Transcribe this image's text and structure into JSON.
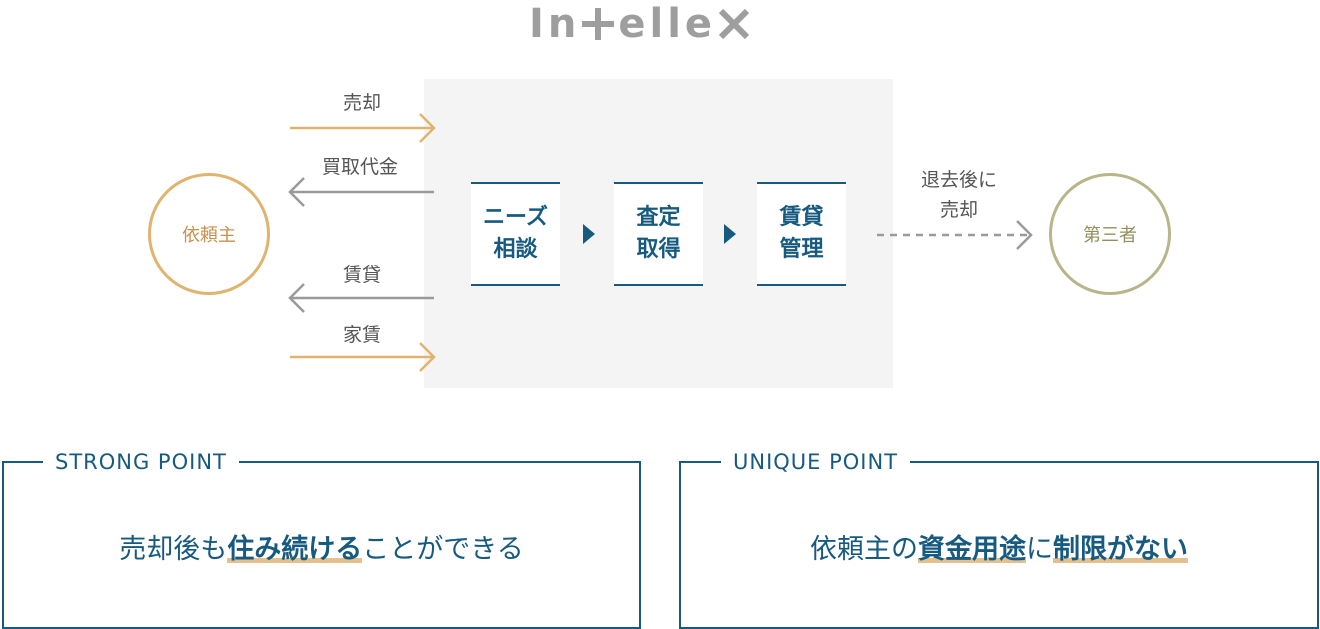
{
  "logo": {
    "part1": "In",
    "part2": "elle"
  },
  "diagram": {
    "client": "依頼主",
    "third_party": "第三者",
    "arrows": {
      "sell": "売却",
      "purchase_price": "買取代金",
      "lease": "賃貸",
      "rent": "家賃",
      "after_vacate_line1": "退去後に",
      "after_vacate_line2": "売却"
    },
    "steps": [
      {
        "line1": "ニーズ",
        "line2": "相談"
      },
      {
        "line1": "査定",
        "line2": "取得"
      },
      {
        "line1": "賃貸",
        "line2": "管理"
      }
    ]
  },
  "points": {
    "strong": {
      "title": "STRONG POINT",
      "pre": "売却後も",
      "highlight": "住み続ける",
      "post": "ことができる"
    },
    "unique": {
      "title": "UNIQUE POINT",
      "pre": "依頼主の",
      "highlight1": "資金用途",
      "mid": "に",
      "highlight2": "制限がない"
    }
  },
  "colors": {
    "navy": "#175a80",
    "gold": "#e0b36e",
    "olive": "#b7b589",
    "grey_arrow": "#9a9a9a",
    "process_bg": "#f4f4f4"
  }
}
